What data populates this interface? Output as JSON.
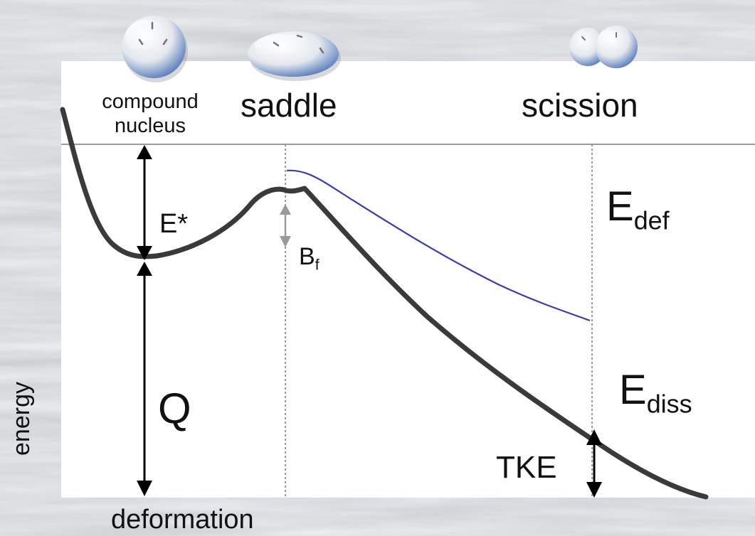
{
  "labels": {
    "compound_nucleus": [
      "compound",
      "nucleus"
    ],
    "saddle": "saddle",
    "scission": "scission",
    "e_star": "E*",
    "b_f_main": "B",
    "b_f_sub": "f",
    "q": "Q",
    "e_def_main": "E",
    "e_def_sub": "def",
    "e_diss_main": "E",
    "e_diss_sub": "diss",
    "tke": "TKE",
    "energy_axis": "energy",
    "deformation_axis": "deformation"
  },
  "colors": {
    "background_marble": "#d9dcdf",
    "panel": "#ffffff",
    "potential_curve": "#3a3a3a",
    "deformation_energy_curve": "#3b3ba8",
    "arrows": "#000000",
    "barrier_arrow": "#9a9a9a",
    "reference_lines": "#9a9a9a",
    "nucleus_shell": "#e8ecf2",
    "nucleus_shadow": "#4f74b8"
  }
}
